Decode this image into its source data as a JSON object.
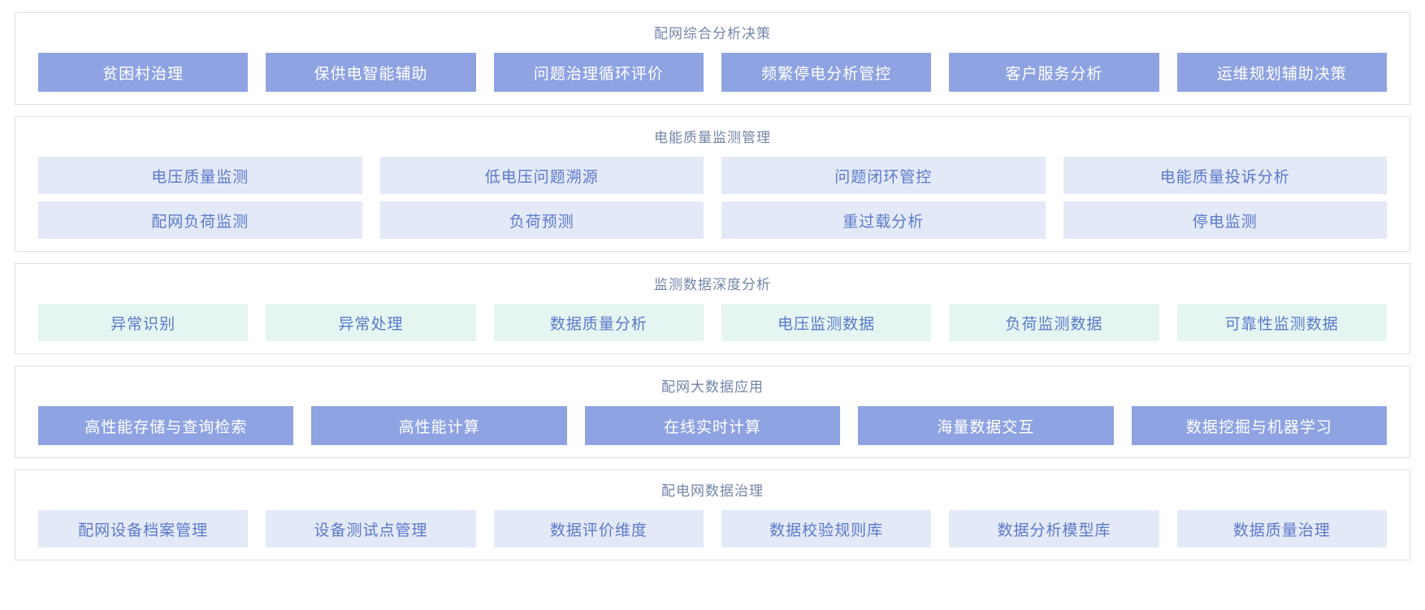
{
  "colors": {
    "page_bg": "#ffffff",
    "panel_border": "#d9dde6",
    "panel_bg": "#ffffff",
    "section_title_text": "#7485a8",
    "solid_tile_bg": "#8fa3e2",
    "solid_tile_text": "#ffffff",
    "lavender_tile_bg": "#e4e9f8",
    "mint_tile_bg": "#e4f5f2",
    "tile_text_blue": "#5b7ac9"
  },
  "sections": [
    {
      "id": "comprehensive-analysis-decision",
      "title": "配网综合分析决策",
      "style": "solid",
      "rows": [
        [
          "贫困村治理",
          "保供电智能辅助",
          "问题治理循环评价",
          "频繁停电分析管控",
          "客户服务分析",
          "运维规划辅助决策"
        ]
      ]
    },
    {
      "id": "power-quality-monitoring",
      "title": "电能质量监测管理",
      "style": "lavender",
      "rows": [
        [
          "电压质量监测",
          "低电压问题溯源",
          "问题闭环管控",
          "电能质量投诉分析"
        ],
        [
          "配网负荷监测",
          "负荷预测",
          "重过载分析",
          "停电监测"
        ]
      ]
    },
    {
      "id": "monitoring-data-deep-analysis",
      "title": "监测数据深度分析",
      "style": "mint",
      "rows": [
        [
          "异常识别",
          "异常处理",
          "数据质量分析",
          "电压监测数据",
          "负荷监测数据",
          "可靠性监测数据"
        ]
      ]
    },
    {
      "id": "big-data-application",
      "title": "配网大数据应用",
      "style": "solid",
      "rows": [
        [
          "高性能存储与查询检索",
          "高性能计算",
          "在线实时计算",
          "海量数据交互",
          "数据挖掘与机器学习"
        ]
      ]
    },
    {
      "id": "data-governance",
      "title": "配电网数据治理",
      "style": "lavender",
      "rows": [
        [
          "配网设备档案管理",
          "设备测试点管理",
          "数据评价维度",
          "数据校验规则库",
          "数据分析模型库",
          "数据质量治理"
        ]
      ]
    }
  ]
}
